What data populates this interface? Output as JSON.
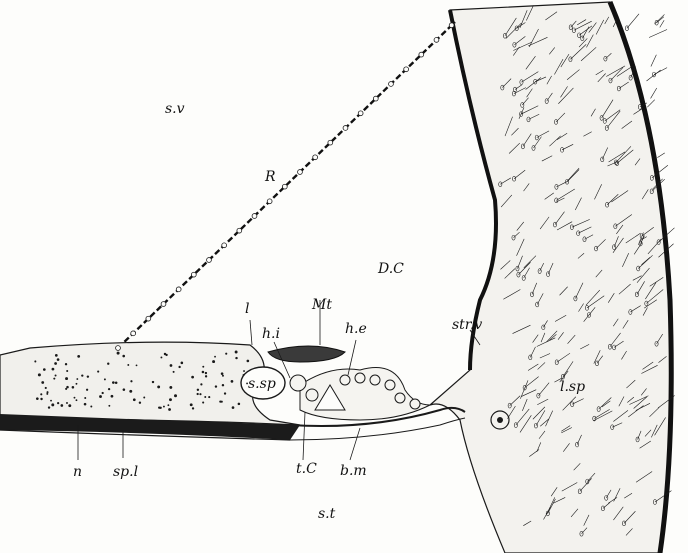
{
  "labels": {
    "scala_vestibuli": "s.v",
    "reissner_membrane": "R",
    "ductus_cochlearis": "D.C",
    "limbus": "l",
    "membrana_tectoria": "Mt",
    "inner_hair_cells": "h.i",
    "outer_hair_cells": "h.e",
    "stria_vascularis": "str.v",
    "spiral_sulcus": "s.sp",
    "spiral_ligament": "l.sp",
    "nerve": "n",
    "spiral_lamina": "sp.l",
    "tunnel_of_corti": "t.C",
    "basilar_membrane": "b.m",
    "scala_tympani": "s.t"
  },
  "colors": {
    "ink": "#1a1a1a",
    "paper": "#fdfdfb"
  }
}
